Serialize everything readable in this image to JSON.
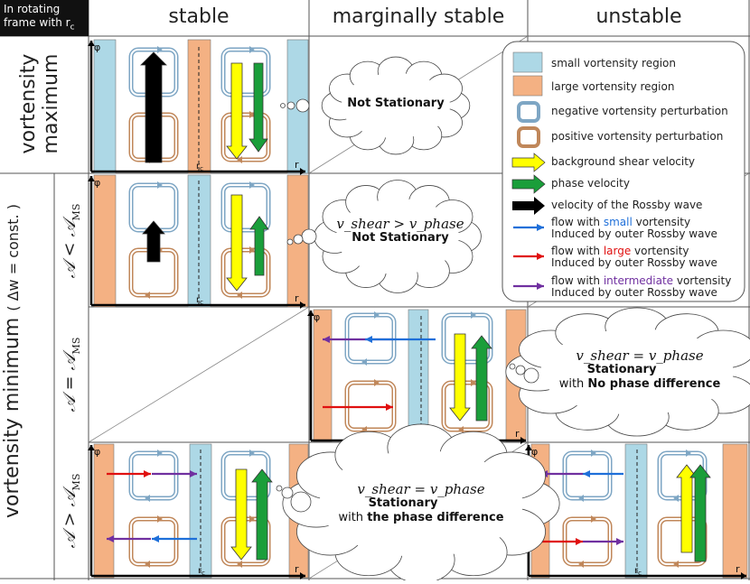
{
  "corner": {
    "line1": "In rotating",
    "line2": "frame with r",
    "line2_sub": "c"
  },
  "columns": {
    "stable": "stable",
    "marginal": "marginally stable",
    "unstable": "unstable"
  },
  "rows": {
    "vmax_1": "vortensity",
    "vmax_2": "maximum",
    "vmin": "vortensity minimum",
    "vmin_cond": "( Δw = const. )",
    "sub1": "𝒜 < 𝒜",
    "sub1_sub": "MS",
    "sub2": "𝒜 = 𝒜",
    "sub2_sub": "MS",
    "sub3": "𝒜 > 𝒜",
    "sub3_sub": "MS"
  },
  "axes": {
    "phi": "φ",
    "r": "r",
    "rc": "r",
    "rc_sub": "c"
  },
  "clouds": {
    "vmax_marginal": "Not Stationary",
    "lt_marginal_eq": "v_shear > v_phase",
    "lt_marginal_text": "Not Stationary",
    "eq_unstable_eq": "v_shear = v_phase",
    "eq_unstable_l1": "Stationary",
    "eq_unstable_l2a": "with ",
    "eq_unstable_l2b": "No phase difference",
    "gt_marginal_eq": "v_shear = v_phase",
    "gt_marginal_l1": "Stationary",
    "gt_marginal_l2a": "with ",
    "gt_marginal_l2b": "the phase difference"
  },
  "legend": {
    "items": [
      {
        "text": "small  vortensity region"
      },
      {
        "text": "large vortensity region"
      },
      {
        "text": "negative vortensity perturbation"
      },
      {
        "text": "positive vortensity perturbation"
      },
      {
        "text": "background shear velocity"
      },
      {
        "text": "phase velocity"
      },
      {
        "text": "velocity of the Rossby wave"
      }
    ],
    "flow_small_a": "flow with ",
    "flow_small_b": "small",
    "flow_small_c": " vortensity",
    "flow_large_a": "flow with ",
    "flow_large_b": "large",
    "flow_large_c": " vortensity",
    "flow_inter_a": "flow with ",
    "flow_inter_b": "intermediate",
    "flow_inter_c": " vortensity",
    "induced": "Induced by outer Rossby wave"
  },
  "colors": {
    "small_region": "#add8e6",
    "large_region": "#f4b183",
    "neg_pert": "#7ea6c4",
    "pos_pert": "#c0875a",
    "shear": "#ffff00",
    "phase": "#1a9e3a",
    "rossby": "#000000",
    "flow_small": "#1e6fd9",
    "flow_large": "#e01010",
    "flow_inter": "#7030a0",
    "small_word": "#1e6fd9",
    "large_word": "#e01010",
    "inter_word": "#7030a0"
  }
}
